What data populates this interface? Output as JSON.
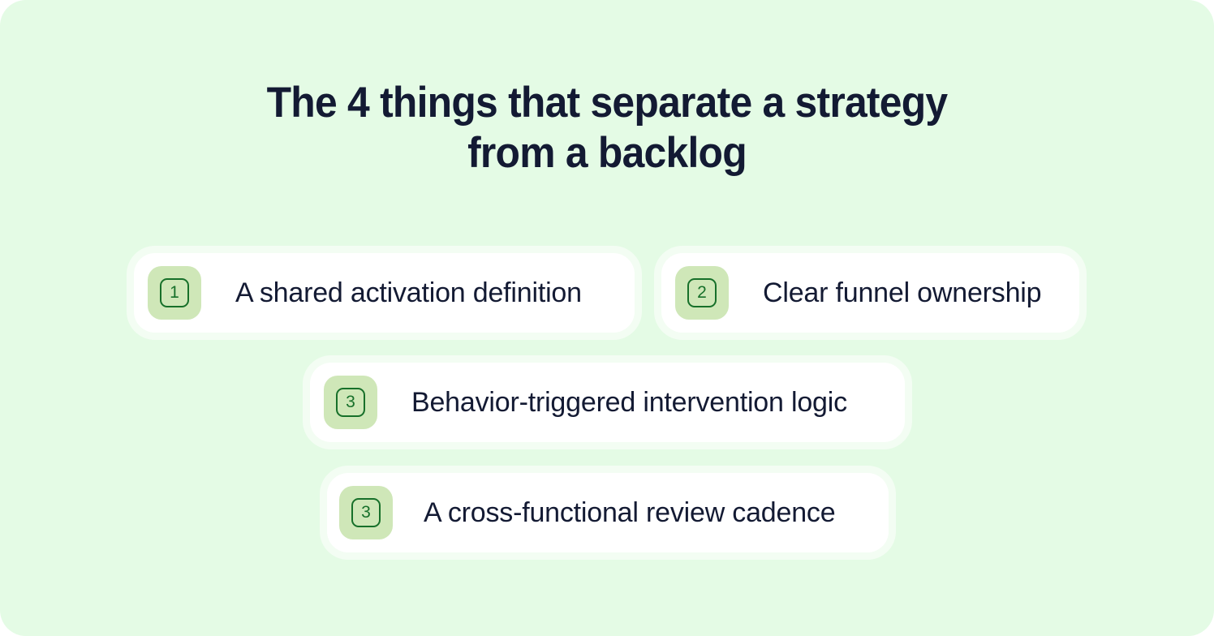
{
  "theme": {
    "background": "#e4fbe5",
    "card_background": "#ffffff",
    "badge_background": "#cfe7b8",
    "badge_accent": "#17702a",
    "text_color": "#131a33"
  },
  "title": {
    "line1": "The 4 things that separate a strategy",
    "line2": "from a backlog"
  },
  "cards": [
    {
      "number": "1",
      "label": "A shared activation definition"
    },
    {
      "number": "2",
      "label": "Clear funnel ownership"
    },
    {
      "number": "3",
      "label": "Behavior-triggered intervention logic"
    },
    {
      "number": "3",
      "label": "A cross-functional review cadence"
    }
  ]
}
